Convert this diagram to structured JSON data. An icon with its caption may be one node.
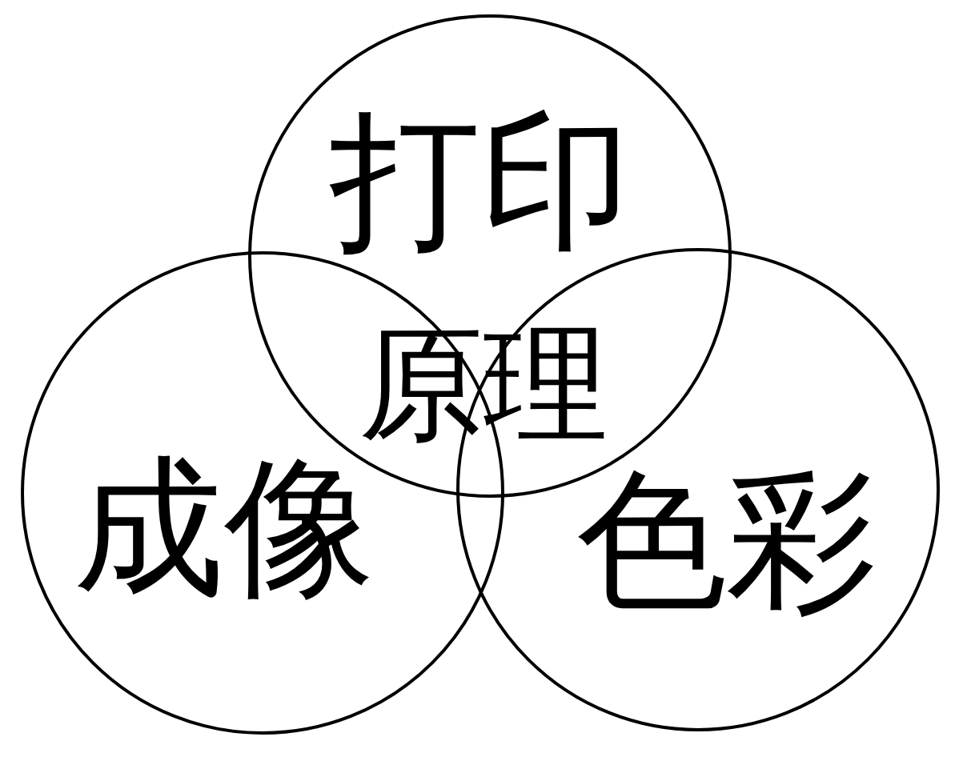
{
  "diagram": {
    "nodes": [
      {
        "text": [
          "打印"
        ]
      },
      {
        "text": [
          "成像"
        ]
      },
      {
        "text": [
          "色彩"
        ]
      }
    ],
    "labels": [
      "原理"
    ]
  }
}
